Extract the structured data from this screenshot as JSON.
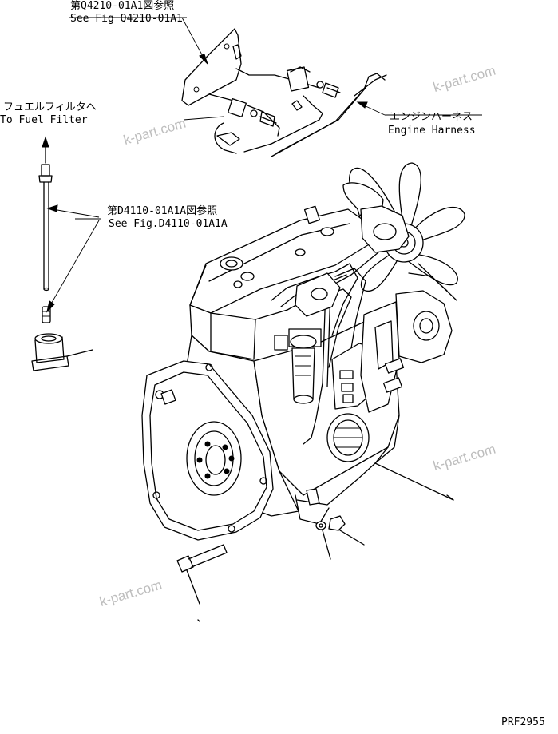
{
  "callouts": {
    "ref_bracket_jp": "第Q4210-01A1図参照",
    "ref_bracket_en": "See Fig Q4210-01A1",
    "fuel_filter_jp": "フュエルフィルタへ",
    "fuel_filter_en": "To Fuel Filter",
    "ref_pipe_jp": "第D4110-01A1A図参照",
    "ref_pipe_en": "See Fig.D4110-01A1A",
    "harness_jp": "エンジンハーネス",
    "harness_en": "Engine Harness"
  },
  "drawing_code": "PRF2955",
  "watermarks": [
    "k-part.com",
    "k-part.com",
    "k-part.com",
    "k-part.com"
  ],
  "colors": {
    "ink": "#000000",
    "watermark": "#bdbdbd",
    "paper": "#ffffff"
  }
}
